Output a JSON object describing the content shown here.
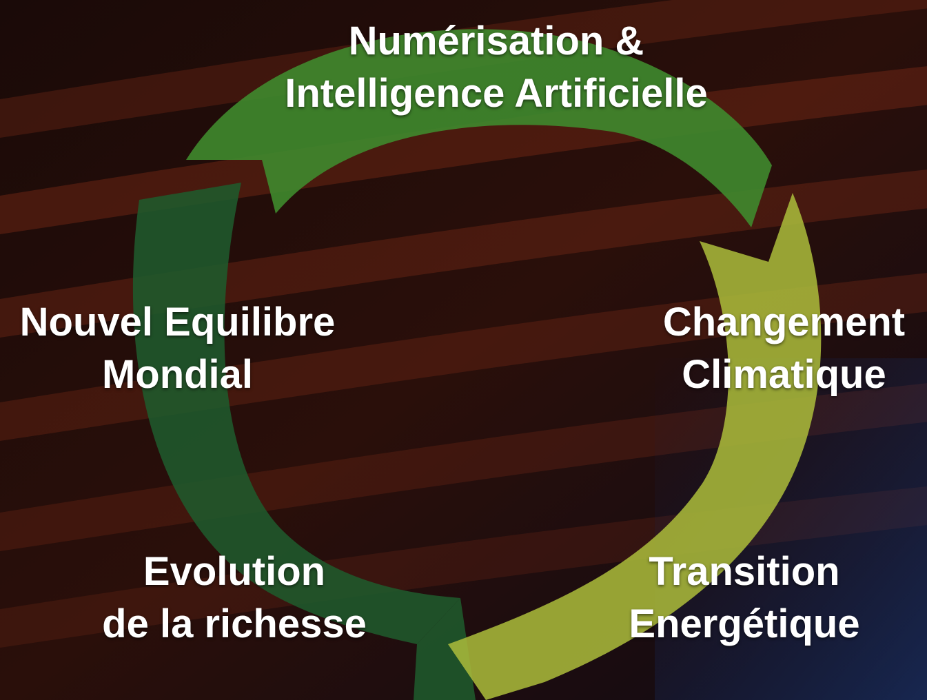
{
  "colors": {
    "background": "#120806",
    "arrow_top": "#3f8a2e",
    "arrow_right": "#a8b83a",
    "arrow_left": "#1f5a2c",
    "text": "#ffffff"
  },
  "cycle": {
    "top": {
      "line1": "Numérisation &",
      "line2": "Intelligence Artificielle"
    },
    "right": {
      "line1": "Changement",
      "line2": "Climatique"
    },
    "bottom_right": {
      "line1": "Transition",
      "line2": "Energétique"
    },
    "bottom_left": {
      "line1": "Evolution",
      "line2": "de la richesse"
    },
    "left": {
      "line1": "Nouvel Equilibre",
      "line2": "Mondial"
    }
  }
}
